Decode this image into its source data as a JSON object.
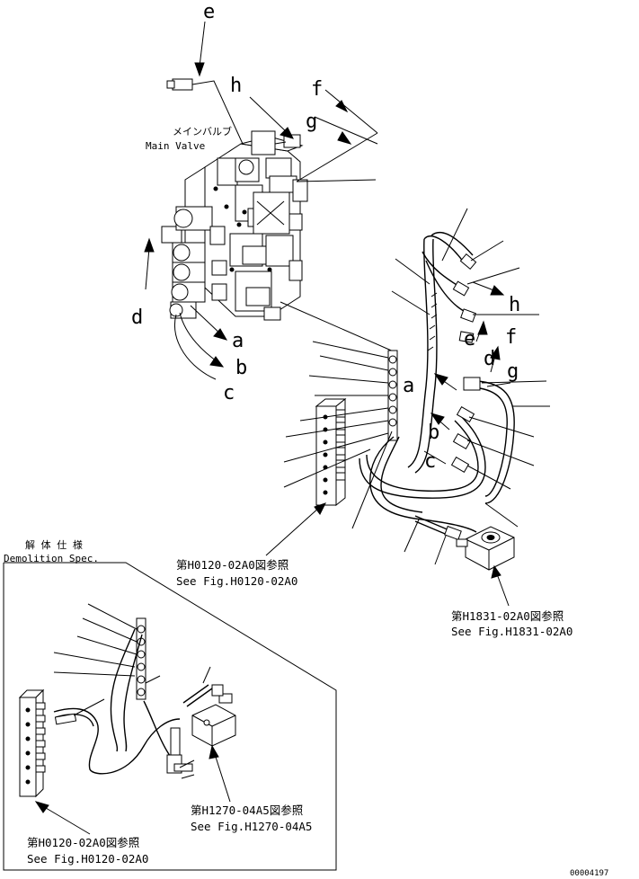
{
  "main_valve": {
    "label_jp": "メインバルブ",
    "label_en": "Main Valve"
  },
  "port_letters": {
    "e_top": "e",
    "h_top": "h",
    "f_top": "f",
    "g_top": "g",
    "d_left": "d",
    "a_left": "a",
    "b_left": "b",
    "c_left": "c",
    "a_right": "a",
    "b_right": "b",
    "c_right": "c",
    "h_right": "h",
    "f_right": "f",
    "e_right": "e",
    "d_right": "d",
    "g_right": "g"
  },
  "refs": {
    "h0120_top_jp": "第H0120-02A0図参照",
    "h0120_top_en": "See Fig.H0120-02A0",
    "h1831_jp": "第H1831-02A0図参照",
    "h1831_en": "See Fig.H1831-02A0",
    "h1270_jp": "第H1270-04A5図参照",
    "h1270_en": "See Fig.H1270-04A5",
    "h0120_bottom_jp": "第H0120-02A0図参照",
    "h0120_bottom_en": "See Fig.H0120-02A0"
  },
  "demolition": {
    "label_jp": "解 体 仕 様",
    "label_en": "Demolition Spec."
  },
  "drawing_number": "00004197"
}
